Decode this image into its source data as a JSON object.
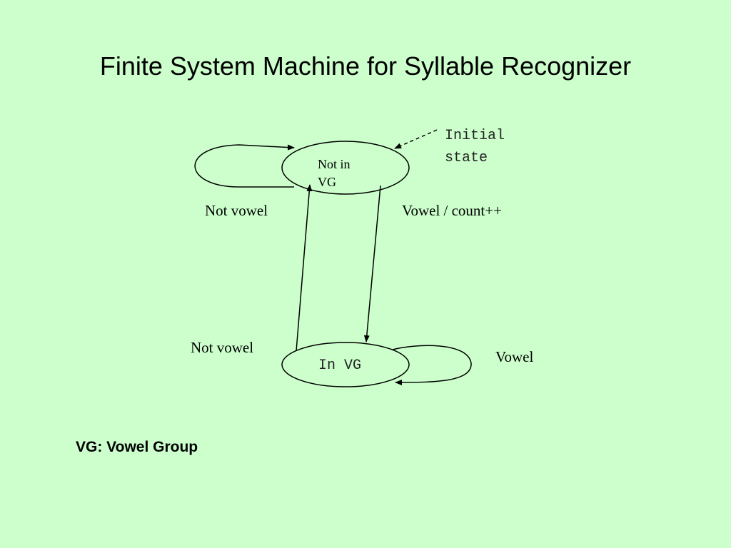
{
  "slide": {
    "title": "Finite System Machine for Syllable Recognizer",
    "background": "#ccffcc",
    "footnote": "VG: Vowel Group"
  },
  "diagram": {
    "states": {
      "not_in_vg": {
        "line1": "Not in",
        "line2": "VG"
      },
      "in_vg": {
        "label": "In VG"
      }
    },
    "initial_note": {
      "line1": "Initial",
      "line2": "state"
    },
    "transitions": {
      "self_not_in_vg": "Not vowel",
      "to_in_vg": "Vowel / count++",
      "to_not_in_vg": "Not vowel",
      "self_in_vg": "Vowel"
    }
  }
}
